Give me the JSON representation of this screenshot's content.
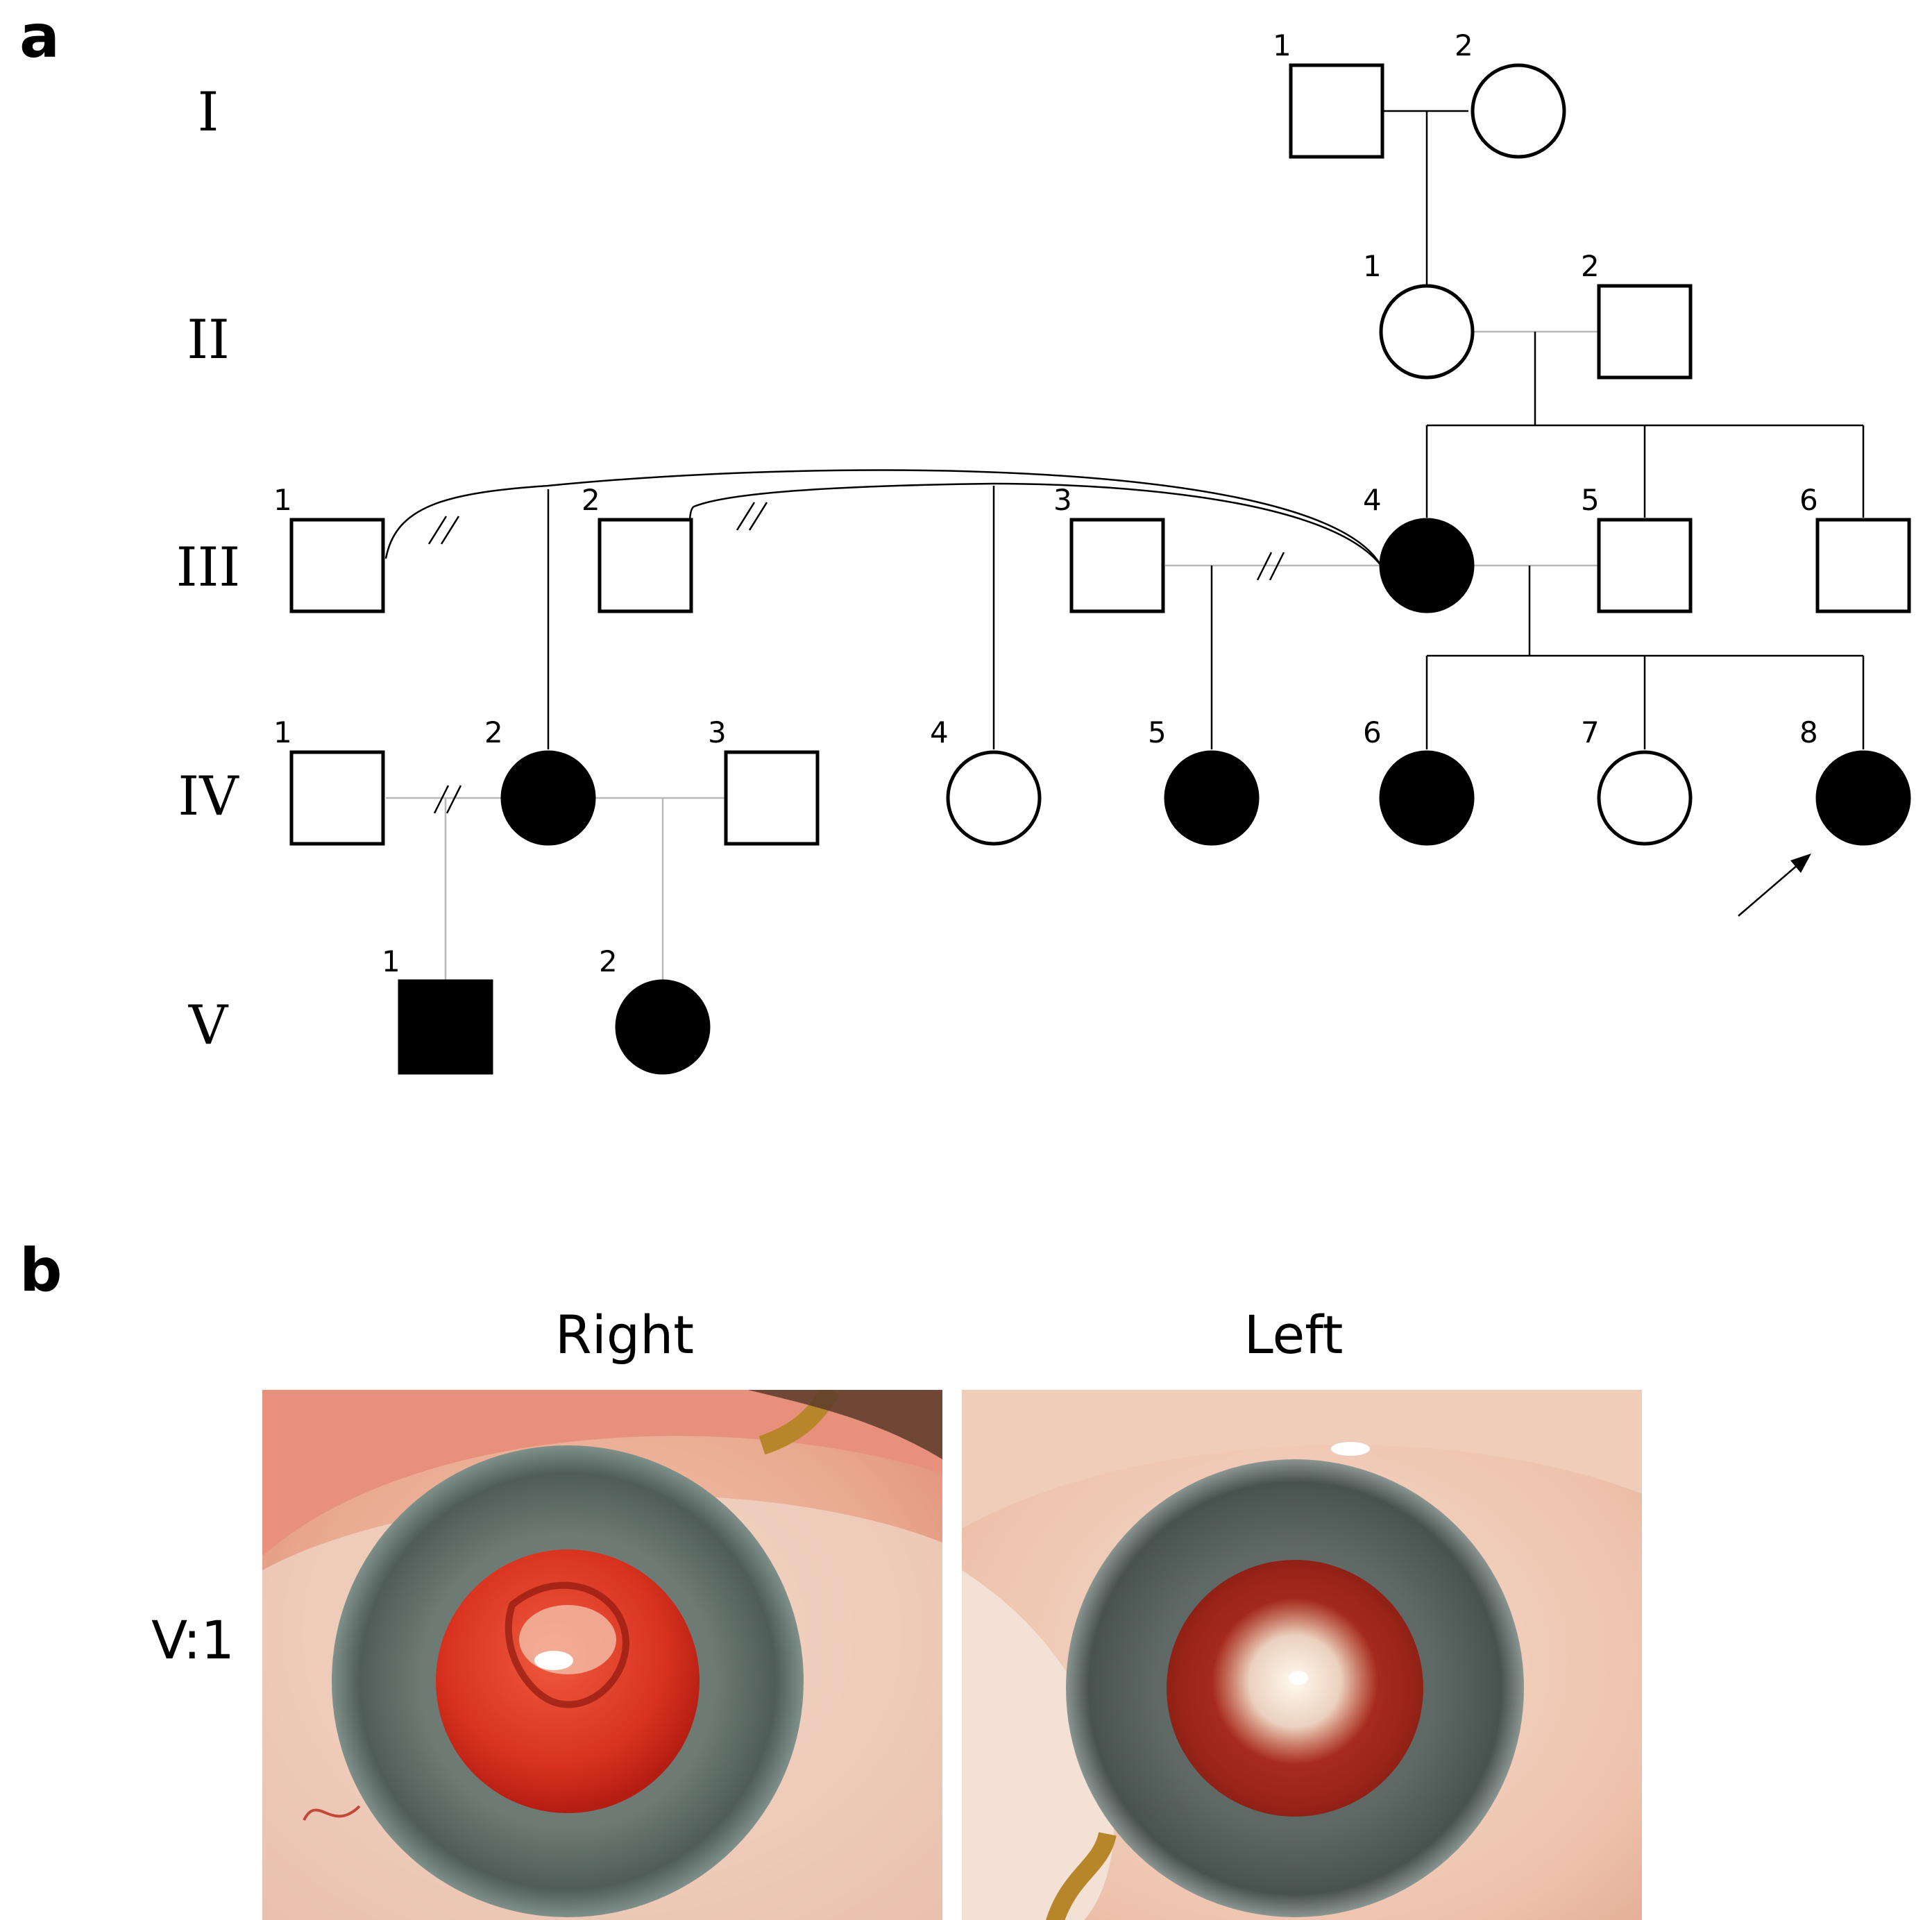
{
  "panels": {
    "a": {
      "letter": "a"
    },
    "b": {
      "letter": "b"
    }
  },
  "generations": [
    "I",
    "II",
    "III",
    "IV",
    "V"
  ],
  "pedigree": {
    "individuals": [
      {
        "id": "I-1",
        "gen": "I",
        "num": "1",
        "sex": "male",
        "affected": false
      },
      {
        "id": "I-2",
        "gen": "I",
        "num": "2",
        "sex": "female",
        "affected": false
      },
      {
        "id": "II-1",
        "gen": "II",
        "num": "1",
        "sex": "female",
        "affected": false
      },
      {
        "id": "II-2",
        "gen": "II",
        "num": "2",
        "sex": "male",
        "affected": false
      },
      {
        "id": "III-1",
        "gen": "III",
        "num": "1",
        "sex": "male",
        "affected": false
      },
      {
        "id": "III-2",
        "gen": "III",
        "num": "2",
        "sex": "male",
        "affected": false
      },
      {
        "id": "III-3",
        "gen": "III",
        "num": "3",
        "sex": "male",
        "affected": false
      },
      {
        "id": "III-4",
        "gen": "III",
        "num": "4",
        "sex": "female",
        "affected": true
      },
      {
        "id": "III-5",
        "gen": "III",
        "num": "5",
        "sex": "male",
        "affected": false
      },
      {
        "id": "III-6",
        "gen": "III",
        "num": "6",
        "sex": "male",
        "affected": false
      },
      {
        "id": "IV-1",
        "gen": "IV",
        "num": "1",
        "sex": "male",
        "affected": false
      },
      {
        "id": "IV-2",
        "gen": "IV",
        "num": "2",
        "sex": "female",
        "affected": true
      },
      {
        "id": "IV-3",
        "gen": "IV",
        "num": "3",
        "sex": "male",
        "affected": false
      },
      {
        "id": "IV-4",
        "gen": "IV",
        "num": "4",
        "sex": "female",
        "affected": false
      },
      {
        "id": "IV-5",
        "gen": "IV",
        "num": "5",
        "sex": "female",
        "affected": true
      },
      {
        "id": "IV-6",
        "gen": "IV",
        "num": "6",
        "sex": "female",
        "affected": true
      },
      {
        "id": "IV-7",
        "gen": "IV",
        "num": "7",
        "sex": "female",
        "affected": false
      },
      {
        "id": "IV-8",
        "gen": "IV",
        "num": "8",
        "sex": "female",
        "affected": true,
        "proband": true
      },
      {
        "id": "V-1",
        "gen": "V",
        "num": "1",
        "sex": "male",
        "affected": true
      },
      {
        "id": "V-2",
        "gen": "V",
        "num": "2",
        "sex": "female",
        "affected": true
      }
    ]
  },
  "photos": {
    "right_label": "Right",
    "left_label": "Left",
    "subject_label": "V:1"
  },
  "colors": {
    "affected": "#000000",
    "unaffected": "#ffffff",
    "divorce_line": "#b8b8b8",
    "sclera": "#e8a48c",
    "iris": "#5c6a68",
    "pupil_reflex": "#d32b1c"
  }
}
